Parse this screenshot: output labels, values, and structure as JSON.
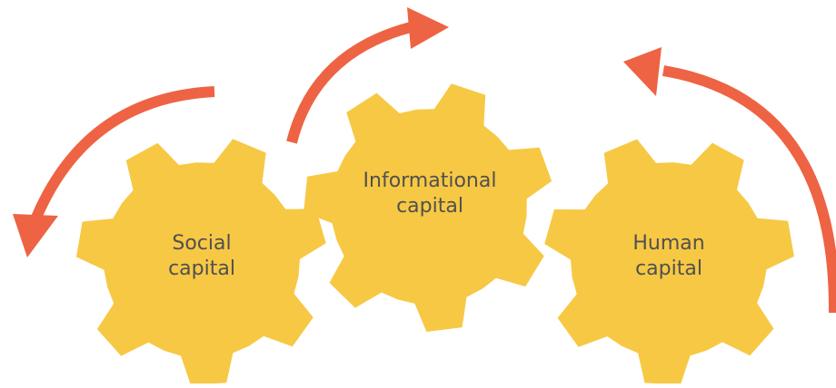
{
  "colors": {
    "gear_fill": "#F7C844",
    "arrow": "#EE6343",
    "label_text": "#505050",
    "background": "#FFFFFF"
  },
  "gears": [
    {
      "id": "social",
      "label_line1": "Social",
      "label_line2": "capital"
    },
    {
      "id": "informational",
      "label_line1": "Informational",
      "label_line2": "capital"
    },
    {
      "id": "human",
      "label_line1": "Human",
      "label_line2": "capital"
    }
  ],
  "arrows": [
    {
      "id": "social",
      "direction": "counterclockwise",
      "icon": "curved-arrow-icon"
    },
    {
      "id": "informational",
      "direction": "clockwise",
      "icon": "curved-arrow-icon"
    },
    {
      "id": "human",
      "direction": "counterclockwise",
      "icon": "curved-arrow-icon"
    }
  ]
}
